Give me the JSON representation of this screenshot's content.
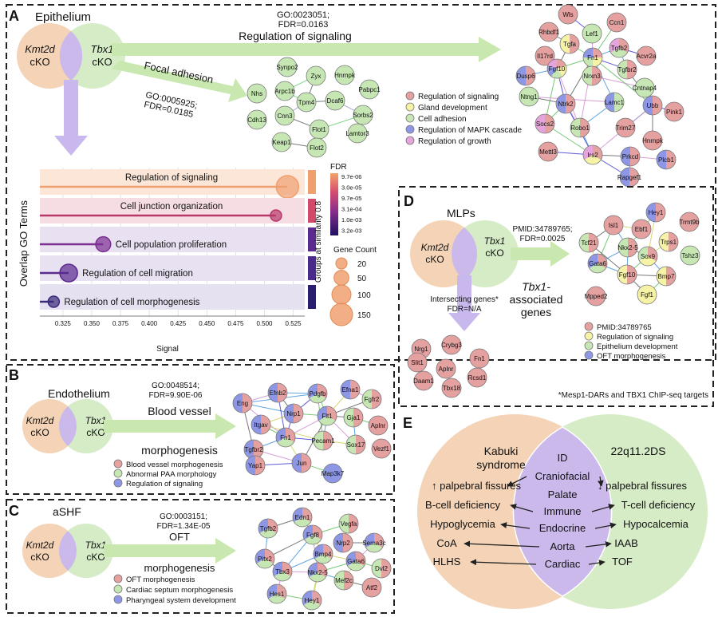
{
  "colors": {
    "peach": "#f4d3b6",
    "green": "#d6ecc6",
    "purple": "#cbb9ec",
    "arrowGreen": "#c8e8b0",
    "arrowPurple": "#c9b8ee",
    "nodeRed": "#e5a0a0",
    "nodeYellow": "#f6f2a6",
    "nodeGreen": "#c6e7b4",
    "nodeBlue": "#8d97e6",
    "nodeMagenta": "#e6a4dc",
    "orangeBar": "#f0a070",
    "barMagenta": "#b8386a"
  },
  "legend_colors": [
    "#e5a0a0",
    "#f6f2a6",
    "#c6e7b4",
    "#8d97e6",
    "#e6a4dc"
  ],
  "panelA": {
    "label": "A",
    "title": "Epithelium",
    "kmt2d": "Kmt2d",
    "tbx1": "Tbx1",
    "cko": "cKO",
    "go1_id": "GO:0023051;",
    "go1_fdr": "FDR=0.0163",
    "arrow1_label": "Regulation of signaling",
    "arrow2_label": "Focal adhesion",
    "go2_id": "GO:0005925;",
    "go2_fdr": "FDR=0.0185",
    "focal_nodes": [
      "Synpo2",
      "Zyx",
      "Hnrnpk",
      "Arpc1b",
      "Pabpc1",
      "Nhs",
      "Tpm4",
      "Dcaf6",
      "Cnn3",
      "Sorbs2",
      "Cdh13",
      "Flot1",
      "Keap1",
      "Flot2",
      "Lamtor3"
    ],
    "legend": [
      "Regulation of signaling",
      "Gland development",
      "Cell adhesion",
      "Regulation of MAPK cascade",
      "Regulation of growth"
    ],
    "signal_nodes": [
      "Wls",
      "Ccn1",
      "Rhbdf1",
      "Lef1",
      "Tgfa",
      "Il17rd",
      "Fn1",
      "Tgfb2",
      "Acvr2a",
      "Dusp6",
      "Fgf10",
      "Tgfbr2",
      "Nrxn3",
      "Cntnap4",
      "Ntng1",
      "Lamc1",
      "Ntrk2",
      "Ubb",
      "Pink1",
      "Socs2",
      "Robo1",
      "Trim27",
      "Hnrnpk",
      "Mettl3",
      "Irs2",
      "Prkcd",
      "Plcb1",
      "Rapgef1"
    ]
  },
  "chart_data": {
    "type": "scatter",
    "title": "",
    "xlabel": "Signal",
    "ylabel": "Overlap GO Terms",
    "xlim": [
      0.305,
      0.535
    ],
    "xticks": [
      "0.325",
      "0.350",
      "0.375",
      "0.400",
      "0.425",
      "0.450",
      "0.475",
      "0.500",
      "0.525"
    ],
    "categories": [
      "Regulation of signaling",
      "Cell junction organization",
      "Cell population proliferation",
      "Regulation of cell migration",
      "Regulation of cell morphogenesis"
    ],
    "values": [
      0.52,
      0.51,
      0.36,
      0.33,
      0.317
    ],
    "gene_count": [
      150,
      20,
      50,
      80,
      20
    ],
    "fdr_legend_title": "FDR",
    "fdr_ticks": [
      "9.7e-06",
      "3.0e-05",
      "9.7e-05",
      "3.1e-04",
      "1.0e-03",
      "3.2e-03"
    ],
    "gene_count_title": "Gene Count",
    "gene_count_ticks": [
      "20",
      "50",
      "100",
      "150"
    ],
    "group_label": "Groups at similarity 0.8",
    "grid": true
  },
  "panelB": {
    "label": "B",
    "title": "Endothelium",
    "go_id": "GO:0048514;",
    "go_fdr": "FDR=9.90E-06",
    "arrow_label_1": "Blood vessel",
    "arrow_label_2": "morphogenesis",
    "legend": [
      "Blood vessel morphogenesis",
      "Abnormal PAA morphology",
      "Regulation of signaling"
    ],
    "nodes": [
      "Efnb2",
      "Pdgfb",
      "Efna1",
      "Eng",
      "Fgfr2",
      "Nrp1",
      "Flt1",
      "Gja1",
      "Itgav",
      "Aplnr",
      "Fn1",
      "Pecam1",
      "Tgfbr2",
      "Sox17",
      "Vezf1",
      "Yap1",
      "Jun",
      "Map3k7"
    ]
  },
  "panelC": {
    "label": "C",
    "title": "aSHF",
    "go_id": "GO:0003151;",
    "go_fdr": "FDR=1.34E-05",
    "arrow_label_1": "OFT",
    "arrow_label_2": "morphogenesis",
    "legend": [
      "OFT morphogenesis",
      "Cardiac septum morphogenesis",
      "Pharyngeal system development"
    ],
    "nodes": [
      "Edn1",
      "Vegfa",
      "Tgfb2",
      "Fgf8",
      "Nrp2",
      "Sema3c",
      "Bmp4",
      "Pitx2",
      "Gata6",
      "Dvl2",
      "Tbx3",
      "Nkx2-5",
      "Mef2c",
      "Atf2",
      "Hes1",
      "Hey1"
    ]
  },
  "panelD": {
    "label": "D",
    "title": "MLPs",
    "pmid": "PMID:34789765;",
    "fdr": "FDR=0.0025",
    "tbx1_assoc_1": "Tbx1-",
    "tbx1_assoc_2": "associated",
    "tbx1_assoc_3": "genes",
    "intersect_1": "Intersecting genes*",
    "intersect_2": "FDR=N/A",
    "legend": [
      "PMID:34789765",
      "Regulation of signaling",
      "Epithelium development",
      "OFT morphogenesis"
    ],
    "nodes": [
      "Hey1",
      "Isl1",
      "Trmt9b",
      "Ebf1",
      "Tcf21",
      "Trps1",
      "Nkx2-5",
      "Sox9",
      "Tshz3",
      "Gata6",
      "Fgf10",
      "Bmp7",
      "Mpped2",
      "Fgf1"
    ],
    "intersect_nodes": [
      "Nrg1",
      "Crybg3",
      "Slit1",
      "Fn1",
      "Aplnr",
      "Daam1",
      "Rcsd1",
      "Tbx18"
    ],
    "footnote": "*Mesp1-DARs and TBX1 ChIP-seq targets"
  },
  "panelE": {
    "label": "E",
    "left_title_1": "Kabuki",
    "left_title_2": "syndrome",
    "right_title": "22q11.2DS",
    "center": [
      "ID",
      "Craniofacial",
      "Palate",
      "Immune",
      "Endocrine",
      "Aorta",
      "Cardiac"
    ],
    "left": [
      "↑ palpebral fissures",
      "B-cell deficiency",
      "Hypoglycemia",
      "CoA",
      "HLHS"
    ],
    "right": [
      "↓ palpebral fissures",
      "T-cell deficiency",
      "Hypocalcemia",
      "IAAB",
      "TOF"
    ]
  }
}
